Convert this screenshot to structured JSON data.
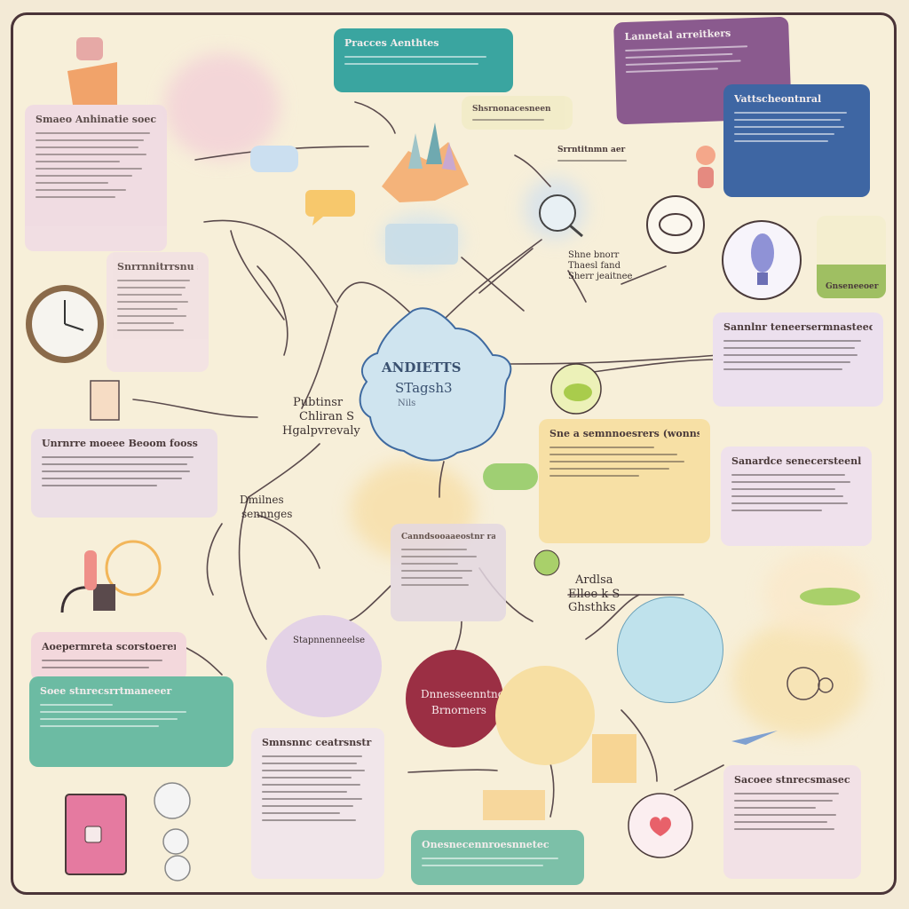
{
  "central": {
    "line1": "ANDIETTS",
    "line2": "STagsh3",
    "line3": "Nils"
  },
  "labels": {
    "left_hub": [
      "Pubtinsr",
      "Chliran S",
      "Hgalpvrevaly"
    ],
    "lower_left": [
      "Dmilnes",
      "sennnges"
    ],
    "right_hub": [
      "Ardlsa",
      "Ellee k S",
      "Ghsthks"
    ],
    "top_right_note": [
      "Shne bnorr",
      "Thaesl fand",
      "Sherr jeaitnee"
    ]
  },
  "cards": {
    "top_teal": {
      "title": "Pracces Aenthtes",
      "color": "#3aa5a0"
    },
    "top_purple": {
      "title": "Lannetal arreitkers",
      "color": "#8a5a8e"
    },
    "top_blue": {
      "title": "Vattscheontnral",
      "color": "#3e66a3"
    },
    "left_pink_1": {
      "title": "Smaeo Anhinatie soeceet",
      "color": "#f0dbe3"
    },
    "left_pink_2": {
      "title": "Snrrnnitrrsnu sanwor",
      "color": "#f2e0e4"
    },
    "left_grey": {
      "title": "Unrnrre moeee   Beoom fooss",
      "color": "#ecdfe6"
    },
    "left_bottom_pink": {
      "title": "Aoepermreta scorstoerer",
      "color": "#f3d8dc"
    },
    "left_bottom_teal": {
      "title": "Soee stnrecsrrtmaneeer",
      "color": "#6cbba3"
    },
    "center_yellow": {
      "title": "Sne a semnnoesrers (wonnse",
      "color": "#f7e0a5"
    },
    "right_lavender_1": {
      "title": "Sannlnr teneersermnasteecl",
      "color": "#ece0ee"
    },
    "right_lavender_2": {
      "title": "Sanardce senecersteenl",
      "color": "#efe1ec"
    },
    "bottom_center": {
      "title": "Smnsnnc ceatrsnstr",
      "color": "#f1e6ea"
    },
    "bottom_teal": {
      "title": "Onesnecennroesnnetec",
      "color": "#7cc0a8"
    },
    "bottom_right": {
      "title": "Sacoee stnrecsmasecnoer",
      "color": "#f2e1e6"
    },
    "sticky_green": {
      "title": "Gnseneeoer",
      "color": "#9fbf62"
    }
  },
  "circles": {
    "maroon": {
      "line1": "Dnnesseenntng",
      "line2": "Brnorners",
      "color": "#9b2f44"
    },
    "lavender": {
      "line1": "Stapnnenneelse",
      "color": "#e3d2e6"
    }
  },
  "notes": {
    "mid_left_list": {
      "title": "Canndsooaaeostnr rasomner"
    },
    "top_mid_note": {
      "title": "Shsrnonacesneen"
    },
    "right_small_note": {
      "title": "Srrntitnmn aer"
    }
  },
  "colors": {
    "board_border": "#4a3438",
    "background": "#f7efd9",
    "accent_blue": "#3f6aa0"
  }
}
